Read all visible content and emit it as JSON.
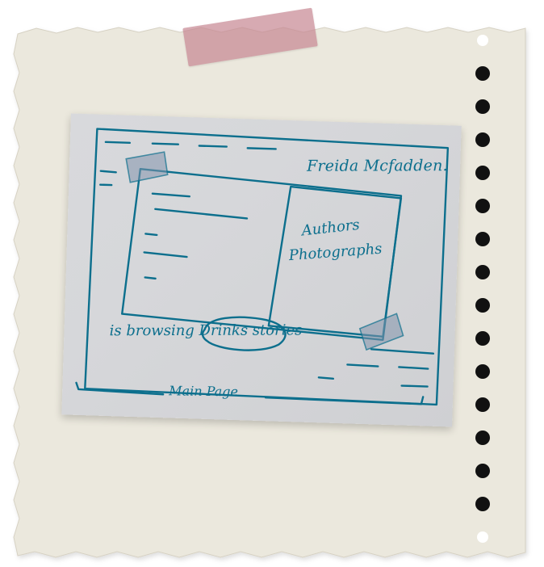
{
  "sketch": {
    "name_label": "Freida Mcfadden.",
    "role_line_1": "Authors",
    "role_line_2": "Photographs",
    "story_line": "is browsing Drinks stories",
    "footer_label": "Main Page"
  },
  "colors": {
    "paper": "#ebe8dd",
    "tape": "#c68692",
    "photo": "#d7d8db",
    "ink": "#0c6f8d",
    "hole": "#111111"
  },
  "icons": {
    "tape": "tape-strip-icon",
    "holes": "binder-hole-icon"
  }
}
